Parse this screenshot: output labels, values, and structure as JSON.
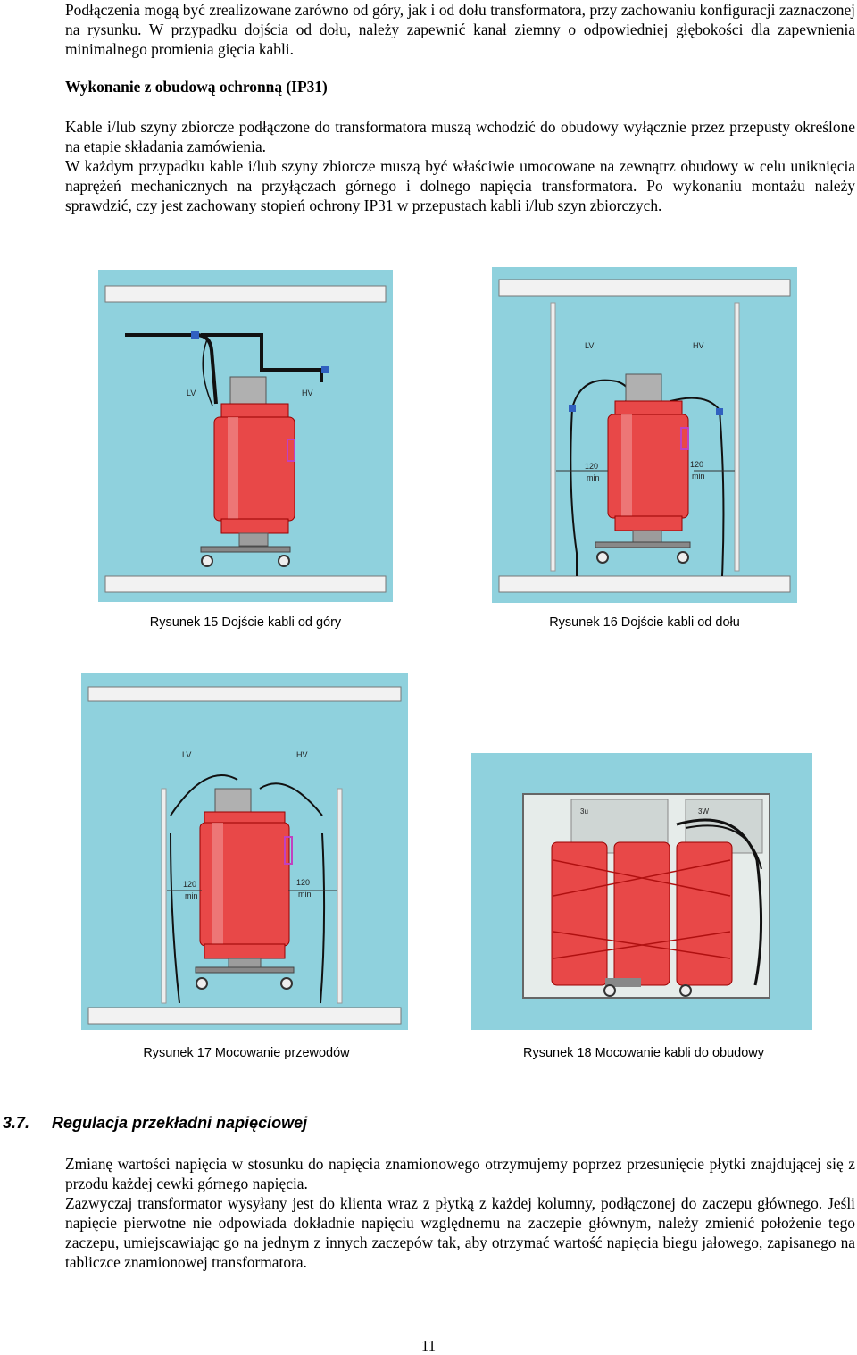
{
  "intro": "Podłączenia mogą być zrealizowane zarówno od góry, jak i od dołu transformatora, przy zachowaniu konfiguracji zaznaczonej na rysunku. W przypadku dojścia od dołu, należy zapewnić kanał ziemny o odpowiedniej głębokości dla zapewnienia minimalnego promienia gięcia kabli.",
  "ip31": {
    "heading": "Wykonanie z obudową ochronną (IP31)",
    "p1": "Kable i/lub szyny zbiorcze podłączone do transformatora muszą wchodzić do obudowy wyłącznie przez przepusty określone na etapie składania zamówienia.",
    "p2": "W każdym przypadku kable i/lub szyny zbiorcze muszą być właściwie umocowane na zewnątrz obudowy w celu uniknięcia naprężeń mechanicznych na przyłączach górnego i dolnego napięcia transformatora. Po wykonaniu montażu należy sprawdzić, czy jest zachowany stopień ochrony IP31 w przepustach kabli i/lub szyn zbiorczych."
  },
  "figures": {
    "f15": {
      "caption": "Rysunek 15 Dojście kabli od góry",
      "lv": "LV",
      "hv": "HV"
    },
    "f16": {
      "caption": "Rysunek 16 Dojście kabli od dołu",
      "lv": "LV",
      "hv": "HV",
      "dim1": "120",
      "dim2": "min"
    },
    "f17": {
      "caption": "Rysunek 17 Mocowanie przewodów",
      "lv": "LV",
      "hv": "HV",
      "dim1": "120",
      "dim2": "min"
    },
    "f18": {
      "caption": "Rysunek 18 Mocowanie kabli do obudowy",
      "lbl1": "3u",
      "lbl2": "3W"
    }
  },
  "section": {
    "number": "3.7.",
    "title": "Regulacja przekładni napięciowej",
    "p1": "Zmianę wartości napięcia w stosunku do napięcia znamionowego otrzymujemy poprzez przesunięcie płytki znajdującej się z przodu każdej cewki górnego napięcia.",
    "p2": "Zazwyczaj transformator wysyłany jest do klienta wraz z płytką z każdej kolumny, podłączonej do zaczepu głównego. Jeśli napięcie pierwotne nie odpowiada dokładnie napięciu względnemu na zaczepie głównym, należy zmienić położenie tego zaczepu, umiejscawiając go na jednym z innych zaczepów tak, aby otrzymać wartość napięcia biegu jałowego, zapisanego na tabliczce znamionowej transformatora."
  },
  "page_number": "11",
  "colors": {
    "background": "#8fd1dd",
    "coil": "#e84848",
    "wall": "#f2f2f2"
  }
}
